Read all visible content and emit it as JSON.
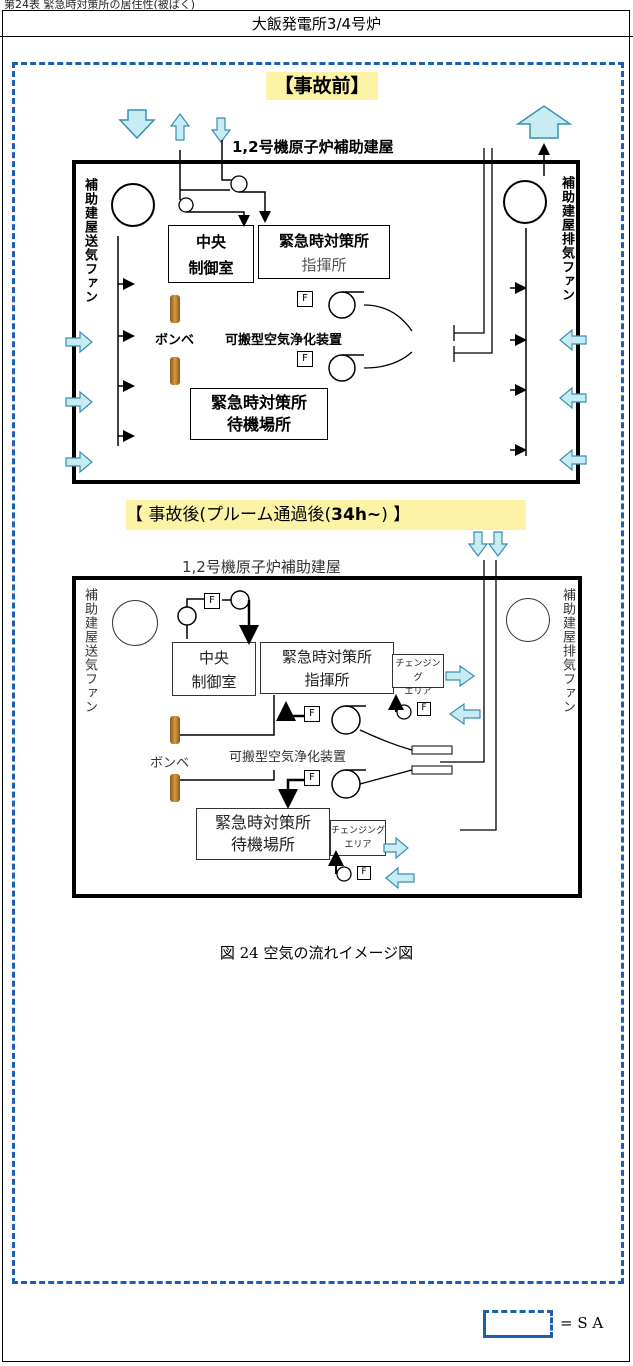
{
  "header": {
    "cut_text": "第24表 緊急時対策所の居住性(被ばく)",
    "title": "大飯発電所3/4号炉"
  },
  "before": {
    "heading": "【事故前】",
    "building_label": "1,2号機原子炉補助建屋",
    "supply_fan": "補助建屋送気ファン",
    "exhaust_fan": "補助建屋排気ファン",
    "central_control": [
      "中央",
      "制御室"
    ],
    "command_post": [
      "緊急時対策所",
      "指揮所"
    ],
    "purifier": "可搬型空気浄化装置",
    "cylinder": "ボンベ",
    "waiting_area": [
      "緊急時対策所",
      "待機場所"
    ],
    "filter": "F"
  },
  "after": {
    "heading_prefix": "【 事故後(プルーム通過後(",
    "heading_bold": "34h~",
    "heading_suffix": ") 】",
    "building_label": "1,2号機原子炉補助建屋",
    "supply_fan": "補助建屋送気ファン",
    "exhaust_fan": "補助建屋排気ファン",
    "central_control": [
      "中央",
      "制御室"
    ],
    "command_post": [
      "緊急時対策所",
      "指揮所"
    ],
    "checking_area": [
      "チェンジング",
      "エリア"
    ],
    "purifier": "可搬型空気浄化装置",
    "cylinder": "ボンベ",
    "waiting_area": [
      "緊急時対策所",
      "待機場所"
    ],
    "filter": "F"
  },
  "caption": "図 24 空気の流れイメージ図",
  "legend": {
    "label": "= S A"
  },
  "colors": {
    "arrow_fill": "#c7ecf4",
    "arrow_stroke": "#3a8fb0",
    "sa_border": "#1a5fb4",
    "highlight": "#fdf3a6",
    "cylinder": "#c88a30"
  }
}
